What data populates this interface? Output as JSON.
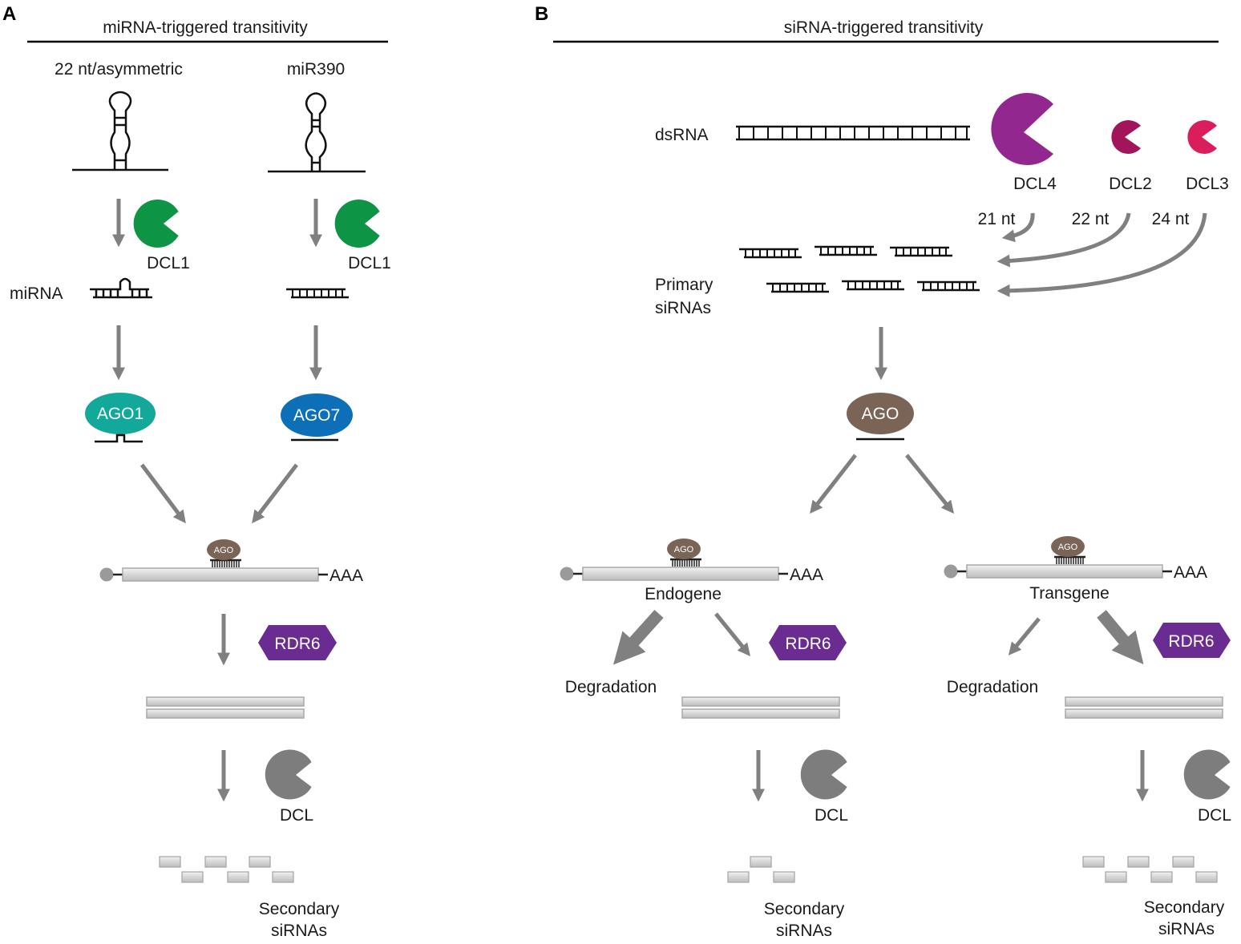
{
  "panels": {
    "a": {
      "letter": "A",
      "title": "miRNA-triggered transitivity",
      "hairpin_left": "22 nt/asymmetric",
      "hairpin_right": "miR390",
      "dcl1_left": "DCL1",
      "dcl1_right": "DCL1",
      "mirna_label": "miRNA",
      "ago1": "AGO1",
      "ago7": "AGO7",
      "ago_small": "AGO",
      "polya": "AAA",
      "rdr6": "RDR6",
      "dcl": "DCL",
      "secondary_1": "Secondary",
      "secondary_2": "siRNAs"
    },
    "b": {
      "letter": "B",
      "title": "siRNA-triggered transitivity",
      "dsrna": "dsRNA",
      "dcl4": "DCL4",
      "dcl2": "DCL2",
      "dcl3": "DCL3",
      "nt21": "21 nt",
      "nt22": "22 nt",
      "nt24": "24 nt",
      "primary_1": "Primary",
      "primary_2": "siRNAs",
      "ago": "AGO",
      "left": {
        "ago_small": "AGO",
        "polya": "AAA",
        "gene": "Endogene",
        "degradation": "Degradation",
        "rdr6": "RDR6",
        "dcl": "DCL",
        "secondary_1": "Secondary",
        "secondary_2": "siRNAs"
      },
      "right": {
        "ago_small": "AGO",
        "polya": "AAA",
        "gene": "Transgene",
        "degradation": "Degradation",
        "rdr6": "RDR6",
        "dcl": "DCL",
        "secondary_1": "Secondary",
        "secondary_2": "siRNAs"
      }
    }
  },
  "colors": {
    "dcl1": "#0d9444",
    "ago1": "#12a89a",
    "ago7": "#0c6fb8",
    "ago": "#7a6456",
    "rdr6": "#6b2c91",
    "dcl4": "#922790",
    "dcl2": "#a3155a",
    "dcl3": "#d91e5b",
    "dcl_gray": "#7d7d7d",
    "arrow": "#808080"
  }
}
